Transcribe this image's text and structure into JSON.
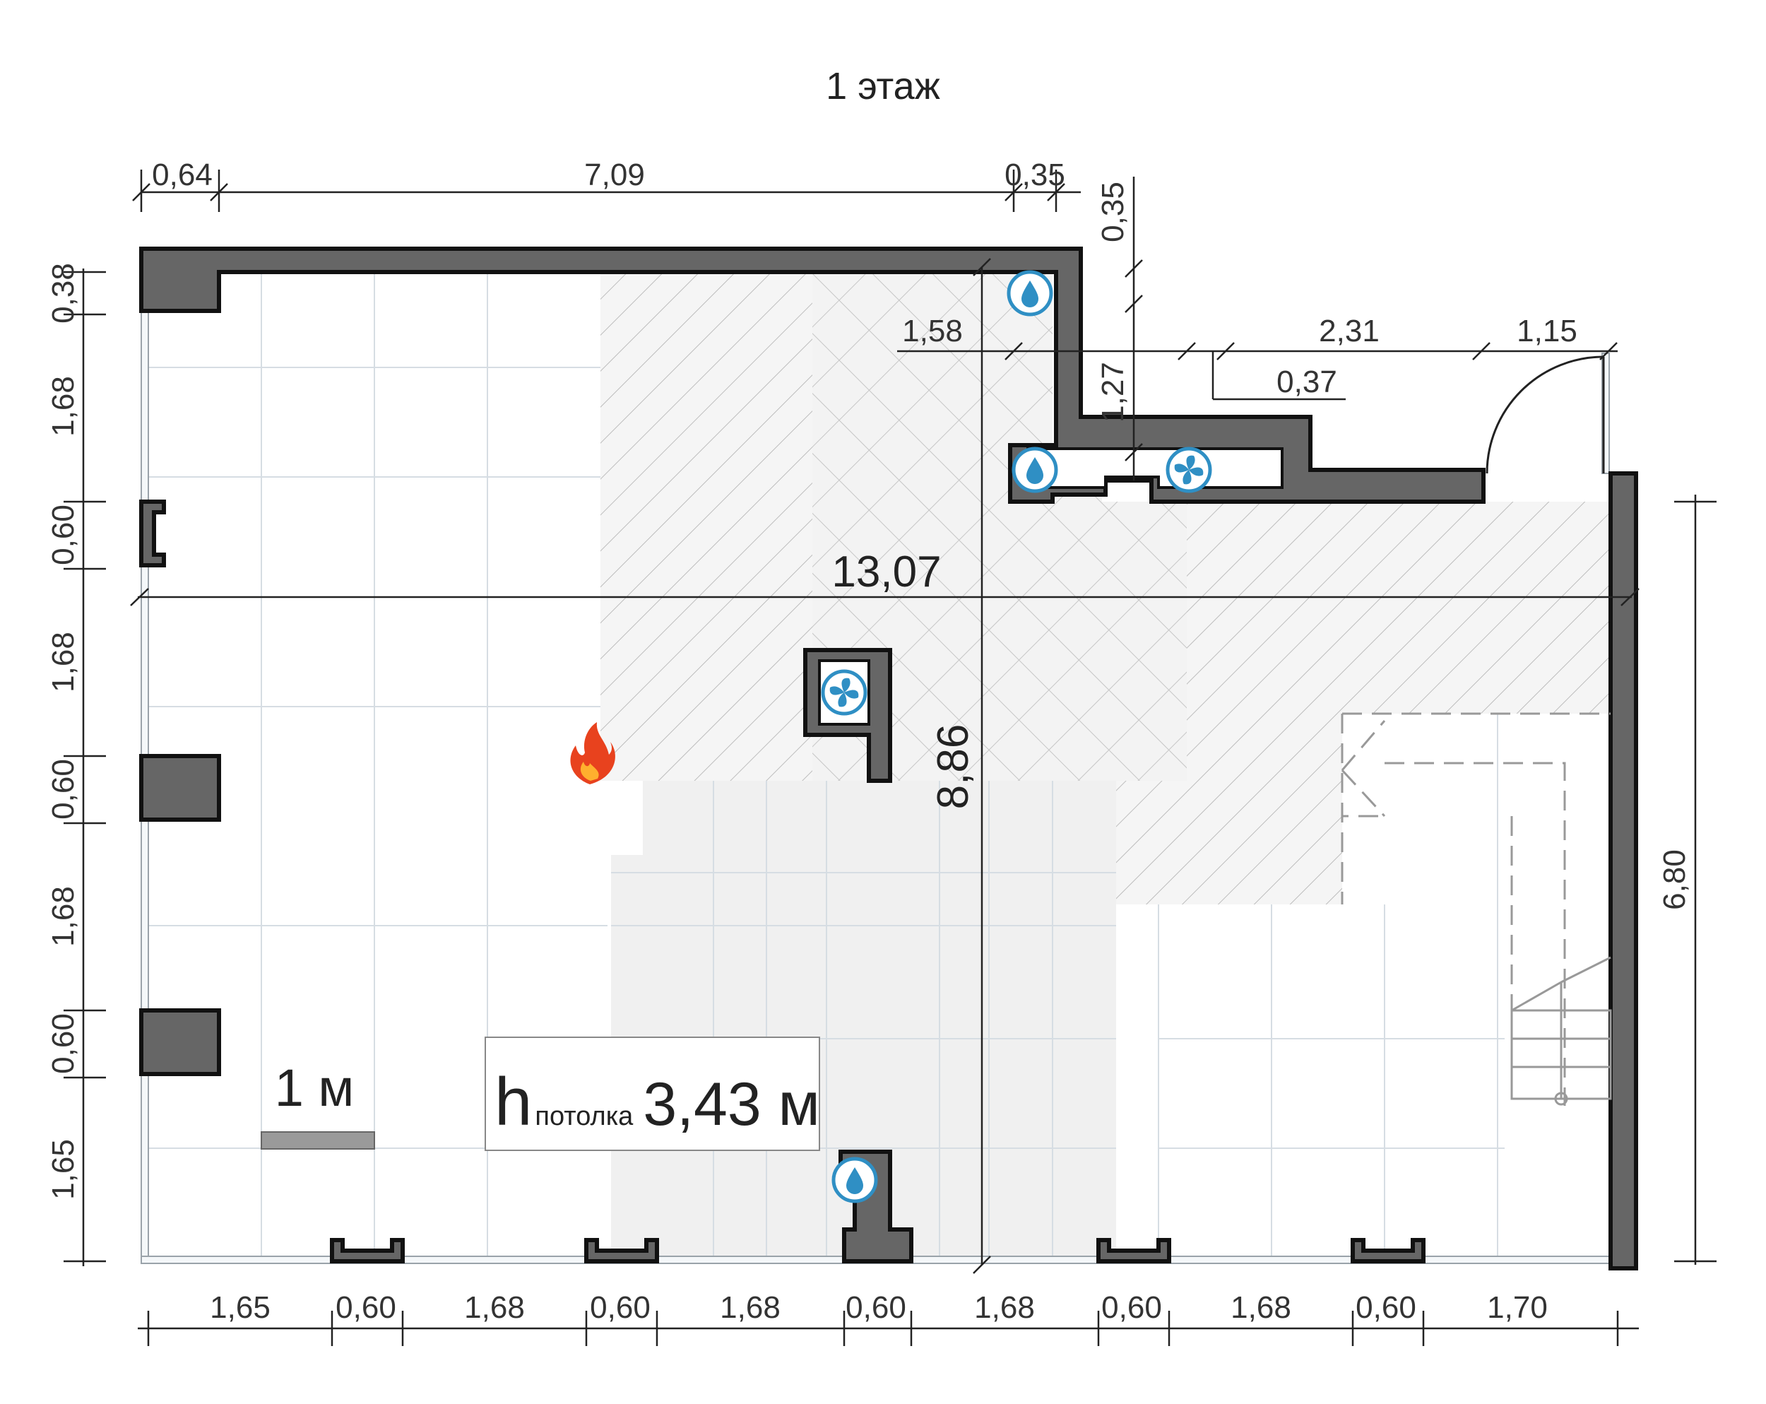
{
  "title": "1 этаж",
  "ceiling": {
    "h": "h",
    "sub": "потолка",
    "value": "3,43 м"
  },
  "scale_label": "1 м",
  "dims": {
    "top": [
      "0,64",
      "7,09",
      "0,35"
    ],
    "top_vertical": "0,35",
    "notch": [
      "1,58",
      "2,31",
      "1,15",
      "0,37",
      "1,27"
    ],
    "left": [
      "0,38",
      "1,68",
      "0,60",
      "1,68",
      "0,60",
      "1,68",
      "0,60",
      "1,65"
    ],
    "bottom": [
      "1,65",
      "0,60",
      "1,68",
      "0,60",
      "1,68",
      "0,60",
      "1,68",
      "0,60",
      "1,68",
      "0,60",
      "1,70"
    ],
    "overall_width": "13,07",
    "overall_depth": "8,86",
    "right": "6,80"
  },
  "icons": {
    "water": "water-drop-icon",
    "vent": "fan-icon",
    "fire": "fire-icon"
  },
  "colors": {
    "wall": "#666666",
    "icon": "#2f8fc4",
    "fire": "#e8421e",
    "grid": "#d6dde3",
    "hatch": "#b8b8b8"
  }
}
